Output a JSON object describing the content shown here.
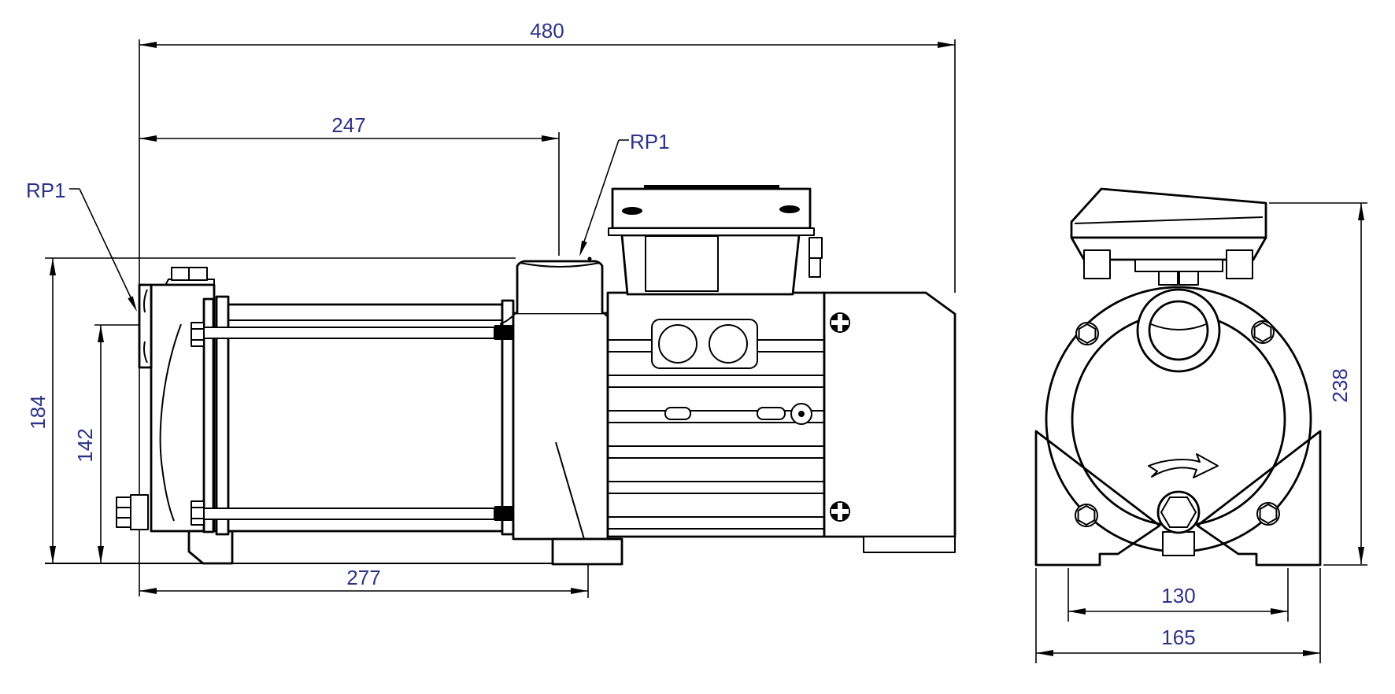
{
  "colors": {
    "background": "#ffffff",
    "line": "#000000",
    "dimension_text": "#2d3287"
  },
  "side_view": {
    "dimensions": {
      "overall_length": "480",
      "port_distance": "247",
      "foot_distance": "277",
      "overall_height": "184",
      "port_center_height": "142"
    },
    "labels": {
      "suction_port": "RP1",
      "discharge_port": "RP1"
    }
  },
  "end_view": {
    "dimensions": {
      "overall_height": "238",
      "foot_hole_spacing": "130",
      "base_width": "165"
    }
  }
}
